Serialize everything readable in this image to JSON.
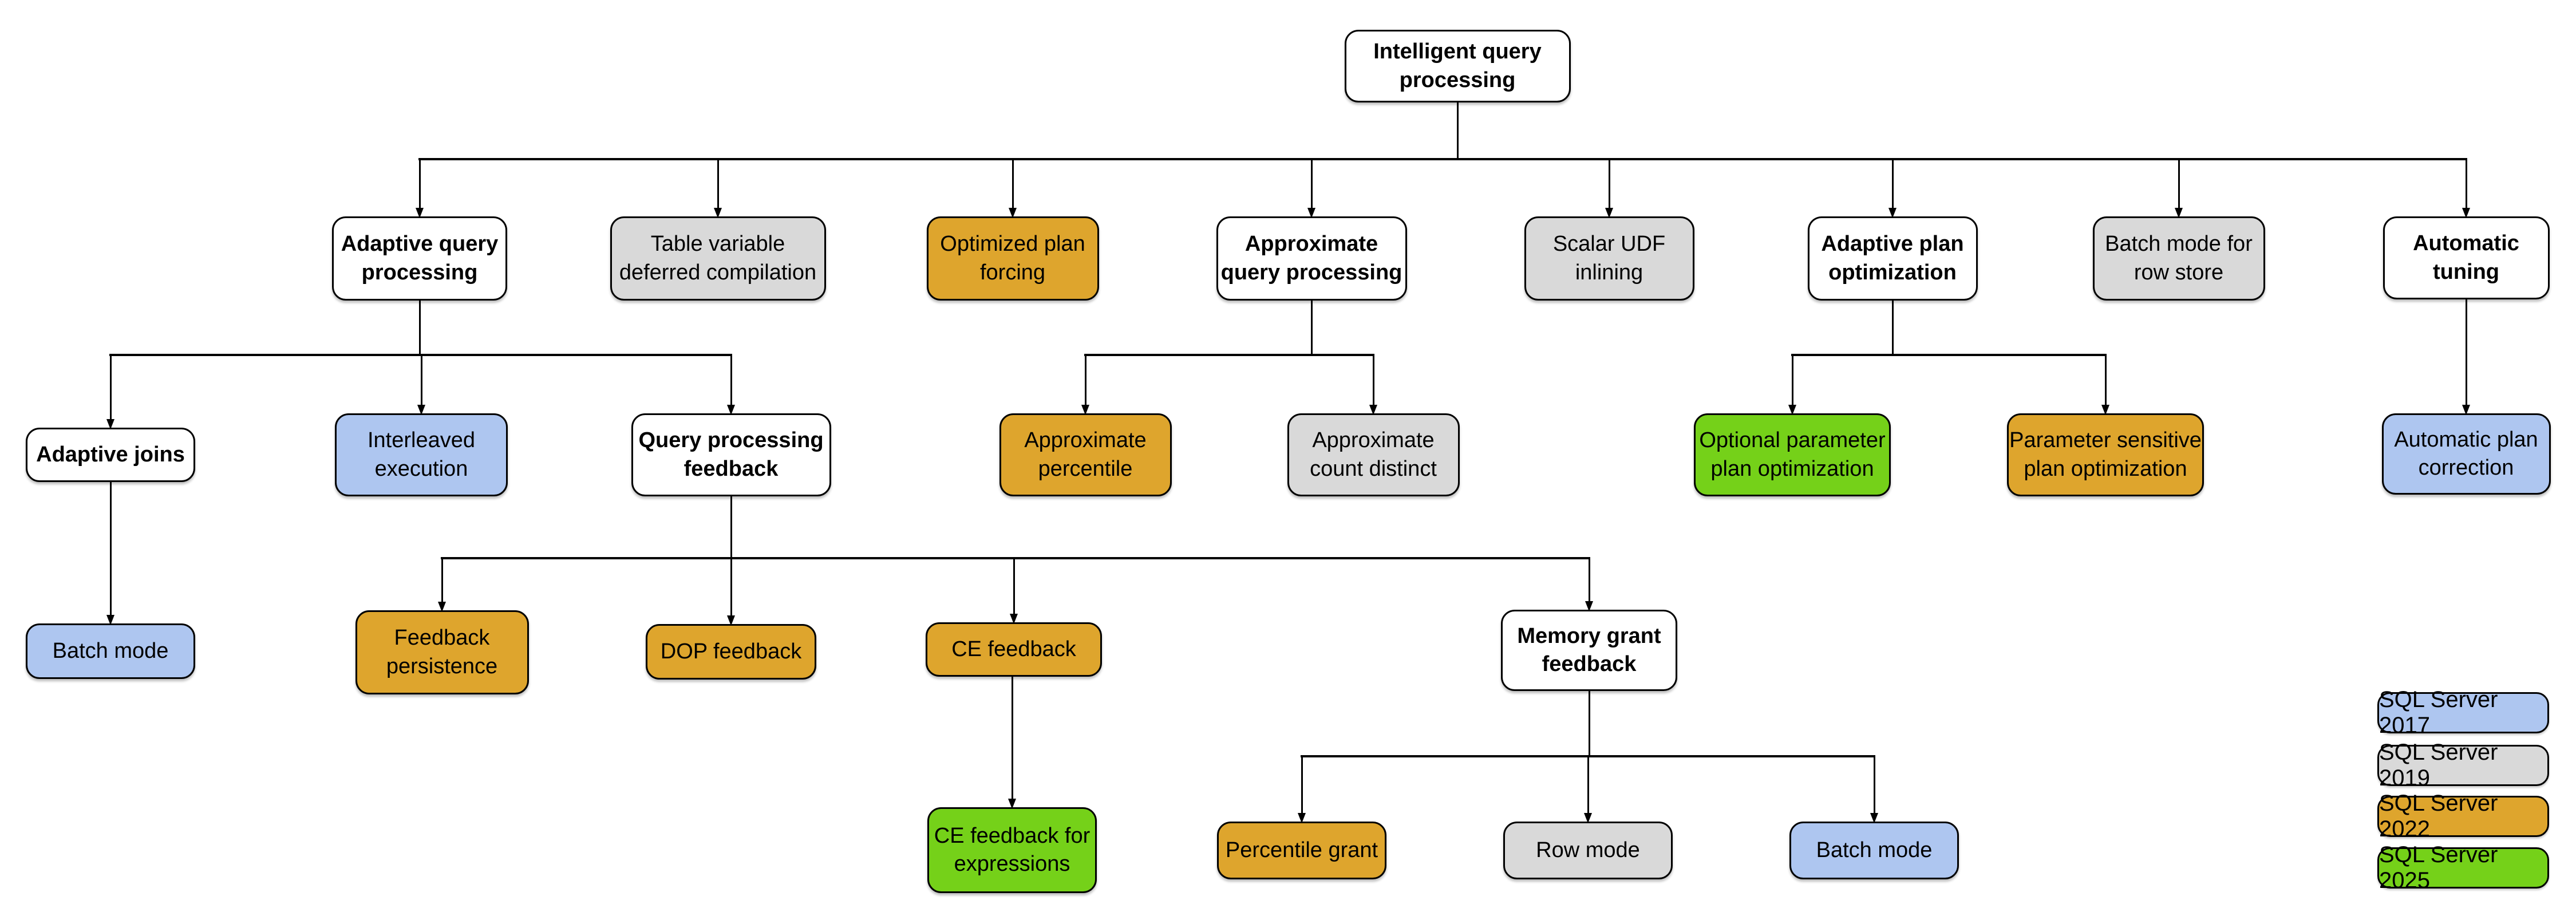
{
  "diagram_title": "Intelligent query processing",
  "colors": {
    "category": "#FFFFFF",
    "sql2017": "#AEC6F0",
    "sql2019": "#D9D9D9",
    "sql2022": "#DEA52D",
    "sql2025": "#75D119",
    "line": "#000000"
  },
  "nodes": [
    {
      "id": "intelligent-query-processing",
      "label": "Intelligent query\nprocessing",
      "version": "category",
      "parent": null
    },
    {
      "id": "adaptive-query-processing",
      "label": "Adaptive query\nprocessing",
      "version": "category",
      "parent": "intelligent-query-processing"
    },
    {
      "id": "table-variable-deferred-compilation",
      "label": "Table variable\ndeferred compilation",
      "version": "sql2019",
      "parent": "intelligent-query-processing"
    },
    {
      "id": "optimized-plan-forcing",
      "label": "Optimized plan\nforcing",
      "version": "sql2022",
      "parent": "intelligent-query-processing"
    },
    {
      "id": "approximate-query-processing",
      "label": "Approximate\nquery processing",
      "version": "category",
      "parent": "intelligent-query-processing"
    },
    {
      "id": "scalar-udf-inlining",
      "label": "Scalar UDF\ninlining",
      "version": "sql2019",
      "parent": "intelligent-query-processing"
    },
    {
      "id": "adaptive-plan-optimization",
      "label": "Adaptive plan\noptimization",
      "version": "category",
      "parent": "intelligent-query-processing"
    },
    {
      "id": "batch-mode-for-row-store",
      "label": "Batch mode for\nrow store",
      "version": "sql2019",
      "parent": "intelligent-query-processing"
    },
    {
      "id": "automatic-tuning",
      "label": "Automatic\ntuning",
      "version": "category",
      "parent": "intelligent-query-processing"
    },
    {
      "id": "adaptive-joins",
      "label": "Adaptive joins",
      "version": "category",
      "parent": "adaptive-query-processing"
    },
    {
      "id": "interleaved-execution",
      "label": "Interleaved\nexecution",
      "version": "sql2017",
      "parent": "adaptive-query-processing"
    },
    {
      "id": "query-processing-feedback",
      "label": "Query processing\nfeedback",
      "version": "category",
      "parent": "adaptive-query-processing"
    },
    {
      "id": "approximate-percentile",
      "label": "Approximate\npercentile",
      "version": "sql2022",
      "parent": "approximate-query-processing"
    },
    {
      "id": "approximate-count-distinct",
      "label": "Approximate\ncount distinct",
      "version": "sql2019",
      "parent": "approximate-query-processing"
    },
    {
      "id": "optional-parameter-plan-optimization",
      "label": "Optional parameter\nplan optimization",
      "version": "sql2025",
      "parent": "adaptive-plan-optimization"
    },
    {
      "id": "parameter-sensitive-plan-optimization",
      "label": "Parameter sensitive\nplan optimization",
      "version": "sql2022",
      "parent": "adaptive-plan-optimization"
    },
    {
      "id": "automatic-plan-correction",
      "label": "Automatic plan\ncorrection",
      "version": "sql2017",
      "parent": "automatic-tuning"
    },
    {
      "id": "batch-mode-adaptive-joins",
      "label": "Batch mode",
      "version": "sql2017",
      "parent": "adaptive-joins"
    },
    {
      "id": "feedback-persistence",
      "label": "Feedback\npersistence",
      "version": "sql2022",
      "parent": "query-processing-feedback"
    },
    {
      "id": "dop-feedback",
      "label": "DOP feedback",
      "version": "sql2022",
      "parent": "query-processing-feedback"
    },
    {
      "id": "ce-feedback",
      "label": "CE feedback",
      "version": "sql2022",
      "parent": "query-processing-feedback"
    },
    {
      "id": "memory-grant-feedback",
      "label": "Memory grant\nfeedback",
      "version": "category",
      "parent": "query-processing-feedback"
    },
    {
      "id": "ce-feedback-for-expressions",
      "label": "CE feedback for\nexpressions",
      "version": "sql2025",
      "parent": "ce-feedback"
    },
    {
      "id": "percentile-grant",
      "label": "Percentile grant",
      "version": "sql2022",
      "parent": "memory-grant-feedback"
    },
    {
      "id": "row-mode",
      "label": "Row mode",
      "version": "sql2019",
      "parent": "memory-grant-feedback"
    },
    {
      "id": "batch-mode-memory-grant",
      "label": "Batch mode",
      "version": "sql2017",
      "parent": "memory-grant-feedback"
    }
  ],
  "legend": {
    "items": [
      {
        "label": "SQL Server 2017",
        "version": "sql2017"
      },
      {
        "label": "SQL Server 2019",
        "version": "sql2019"
      },
      {
        "label": "SQL Server 2022",
        "version": "sql2022"
      },
      {
        "label": "SQL Server 2025",
        "version": "sql2025"
      }
    ]
  }
}
